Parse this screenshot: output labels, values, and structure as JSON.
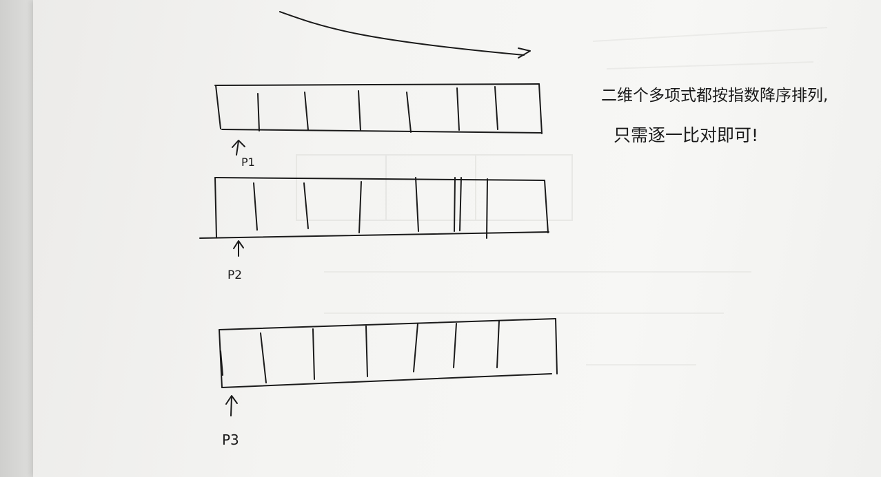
{
  "note": {
    "line1": "二维个多项式都按指数降序排列,",
    "line2": "只需逐一比对即可!"
  },
  "pointers": {
    "p1": "P1",
    "p2": "P2",
    "p3": "P3"
  },
  "colors": {
    "ink": "#1a1a1a",
    "paper": "#f4f4f2"
  }
}
